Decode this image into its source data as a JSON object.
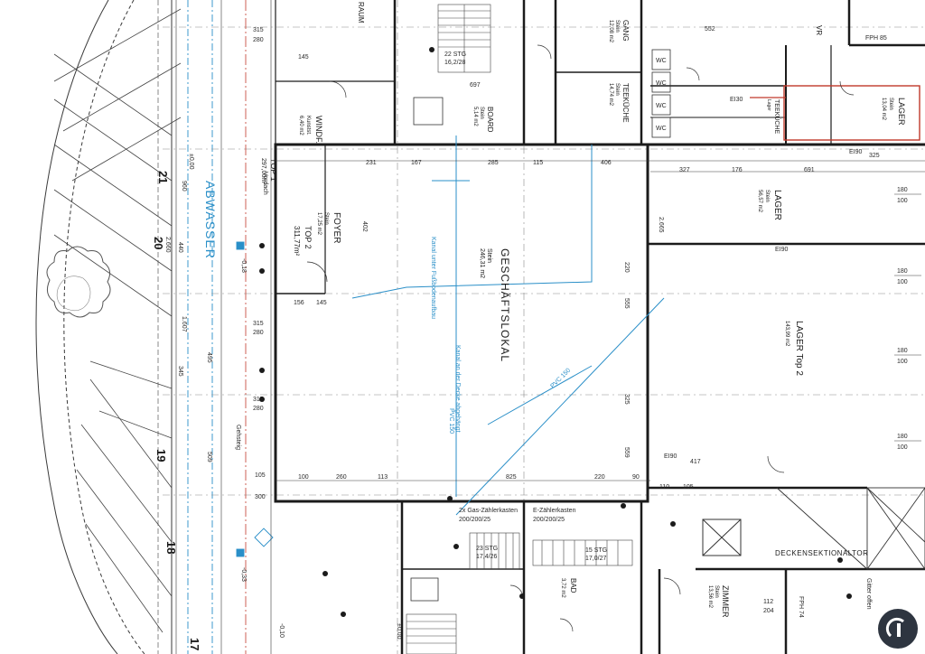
{
  "plan": {
    "colors": {
      "wall": "#1b1b1b",
      "dim_line": "#3c3c3c",
      "pipe": "#2a8fc8",
      "grid": "#6f6f6f",
      "fire_red": "#c0392b",
      "tree": "#6a6a6a"
    },
    "rooms": [
      {
        "key": "geschaeftslokal",
        "name": "GESCHÄFTSLOKAL",
        "floor": "Stein",
        "area": "246,31 m2"
      },
      {
        "key": "foyer",
        "name": "FOYER",
        "floor": "Stein",
        "area": "17,25 m2"
      },
      {
        "key": "top2",
        "name": "TOP 2",
        "area": "311,77m²"
      },
      {
        "key": "top1",
        "name": "TOP 1",
        "area": "297,00m²"
      },
      {
        "key": "windf",
        "name": "WINDF.",
        "floor": "Kunstst.",
        "area": "6,40 m2"
      },
      {
        "key": "lager1",
        "name": "LAGER",
        "floor": "Stein",
        "area": "56,57 m2"
      },
      {
        "key": "lager_top2",
        "name": "LAGER Top 2",
        "area": "143,99 m2"
      },
      {
        "key": "lager2",
        "name": "LAGER",
        "floor": "Stein",
        "area": "13,04 m2"
      },
      {
        "key": "teekueche1",
        "name": "TEEKÜCHE",
        "floor": "Stein",
        "area": "14,74 m2"
      },
      {
        "key": "teekueche2",
        "name": "TEEKÜCHE",
        "floor": "Lager"
      },
      {
        "key": "gang",
        "name": "GANG",
        "floor": "Stein",
        "area": "12,08 m2"
      },
      {
        "key": "board",
        "name": "BOARD",
        "floor": "Stein",
        "area": "5,14 m2"
      },
      {
        "key": "zimmer",
        "name": "ZIMMER",
        "floor": "Stein",
        "area": "13,56 m2"
      },
      {
        "key": "bad",
        "name": "BAD",
        "area": "3,72 m2"
      },
      {
        "key": "vr",
        "name": "VR"
      },
      {
        "key": "raum",
        "name": "RAUM"
      }
    ],
    "annotations": [
      {
        "key": "abwasser",
        "text": "ABWASSER"
      },
      {
        "key": "gas",
        "text": "2x Gas-Zählerkasten"
      },
      {
        "key": "gas_size",
        "text": "200/200/25"
      },
      {
        "key": "e_zaehler",
        "text": "E-Zählerkasten"
      },
      {
        "key": "e_size",
        "text": "200/200/25"
      },
      {
        "key": "sektional",
        "text": "DECKENSEKTIONALTOR"
      },
      {
        "key": "stg_top",
        "text": "22 STG"
      },
      {
        "key": "stg_top_dim",
        "text": "16,2/28"
      },
      {
        "key": "stg_mid",
        "text": "23 STG"
      },
      {
        "key": "stg_mid_dim",
        "text": "17,4/26"
      },
      {
        "key": "stg_right",
        "text": "15 STG"
      },
      {
        "key": "stg_right_dim",
        "text": "17,0/27"
      },
      {
        "key": "fph1",
        "text": "FPH 85"
      },
      {
        "key": "fph2",
        "text": "FPH 74"
      },
      {
        "key": "kanal1",
        "text": "Kanal unter Fußbodenaufbau"
      },
      {
        "key": "kanal2",
        "text": "Kanal an der Decke abgehängt"
      },
      {
        "key": "pvc",
        "text": "PVC 150"
      },
      {
        "key": "e190a",
        "text": "EI90"
      },
      {
        "key": "e190b",
        "text": "EI90"
      },
      {
        "key": "e190c",
        "text": "EI90"
      },
      {
        "key": "e130",
        "text": "EI30"
      },
      {
        "key": "gitter",
        "text": "Gitter offen"
      },
      {
        "key": "gehsteig",
        "text": "Gehsteig"
      },
      {
        "key": "vordach",
        "text": "Vordach"
      },
      {
        "key": "wc",
        "text": "WC"
      },
      {
        "key": "zaehl1",
        "text": "112"
      },
      {
        "key": "zaehl2",
        "text": "204"
      }
    ],
    "lot_numbers": [
      "21",
      "20",
      "19",
      "18",
      "17"
    ],
    "elevations": [
      "±0,00",
      "-0,18",
      "-0,33",
      "-0,10",
      "±0,00"
    ],
    "dims_top": [
      "315",
      "280",
      "145",
      "156",
      "145",
      "697",
      "552",
      "406",
      "327",
      "176",
      "691",
      "325",
      "231",
      "167",
      "285",
      "115"
    ],
    "dims_bottom": [
      "100",
      "260",
      "113",
      "825",
      "220",
      "90",
      "417",
      "110",
      "105"
    ],
    "dims_left": [
      "315",
      "280",
      "495",
      "1.607",
      "345",
      "509",
      "105",
      "300",
      "2.660",
      "440",
      "960"
    ],
    "dims_right": [
      "180",
      "100",
      "180",
      "100",
      "180",
      "100",
      "180",
      "100"
    ],
    "dims_vertical": [
      "402",
      "220",
      "555",
      "325",
      "2.665",
      "559"
    ]
  }
}
